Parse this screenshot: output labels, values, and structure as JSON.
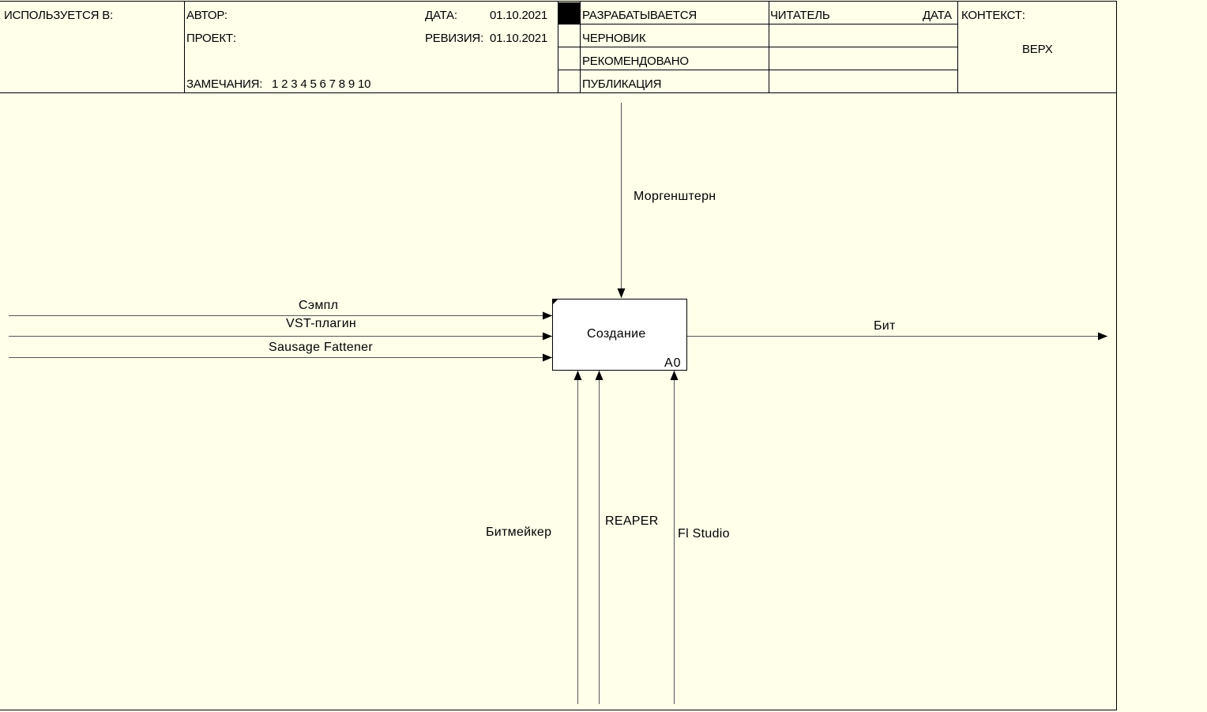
{
  "header": {
    "used_in_label": "ИСПОЛЬЗУЕТСЯ В:",
    "author_label": "АВТОР:",
    "project_label": "ПРОЕКТ:",
    "date_label": "ДАТА:",
    "date_value": "01.10.2021",
    "revision_label": "РЕВИЗИЯ:",
    "revision_value": "01.10.2021",
    "notes_label": "ЗАМЕЧАНИЯ:",
    "notes_numbers": "1 2 3 4 5 6 7 8 9 10",
    "status": [
      "РАЗРАБАТЫВАЕТСЯ",
      "ЧЕРНОВИК",
      "РЕКОМЕНДОВАНО",
      "ПУБЛИКАЦИЯ"
    ],
    "reader_label": "ЧИТАТЕЛЬ",
    "reader_date_label": "ДАТА",
    "context_label": "КОНТЕКСТ:",
    "context_value": "ВЕРХ"
  },
  "diagram": {
    "activity": {
      "name": "Создание",
      "node": "A0"
    },
    "control": "Моргенштерн",
    "inputs": [
      "Сэмпл",
      "VST-плагин",
      "Sausage Fattener"
    ],
    "output": "Бит",
    "mechanisms": [
      "Битмейкер",
      "REAPER",
      "Fl Studio"
    ]
  }
}
